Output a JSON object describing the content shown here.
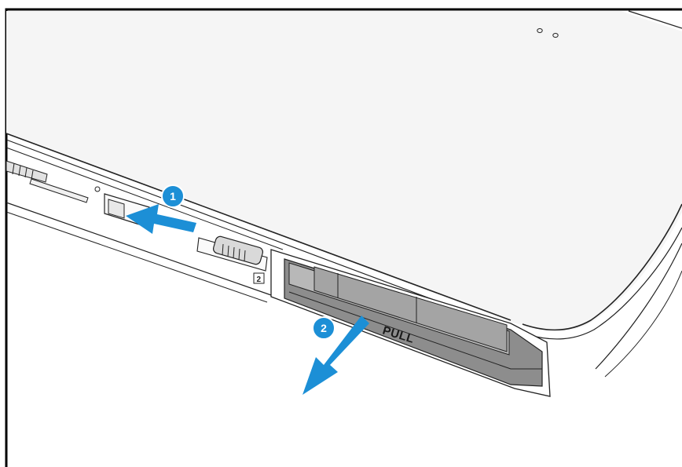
{
  "figure": {
    "border_color": "#000000",
    "background": "#ffffff",
    "device_fill": "#f4f4f4",
    "line_color": "#222222",
    "arrow_color": "#1c8fd6",
    "tray_color": "#8a8a8a"
  },
  "steps": [
    {
      "number": "1",
      "action": "push-latch-left"
    },
    {
      "number": "2",
      "action": "pull-tray-out"
    }
  ],
  "tray": {
    "handle_label": "PULL"
  },
  "slot_marker": "2"
}
